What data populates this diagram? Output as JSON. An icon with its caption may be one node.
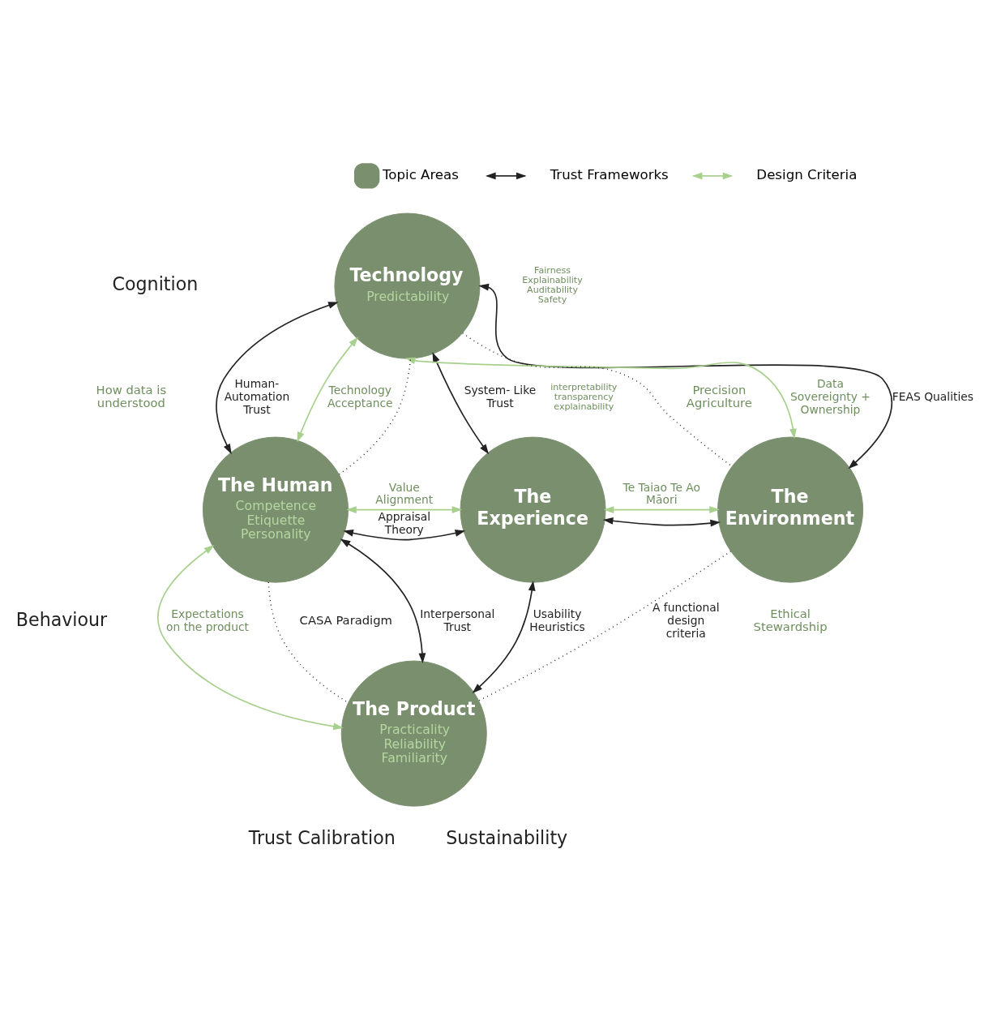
{
  "diagram": {
    "nodes": [
      {
        "text": [
          "Technology",
          "Predictability"
        ]
      },
      {
        "text": [
          "The Human",
          "Competence Etiquette Personality"
        ]
      },
      {
        "text": [
          "The Experience"
        ]
      },
      {
        "text": [
          "The Environment"
        ]
      },
      {
        "text": [
          "The Product",
          "Practicality Reliability Familiarity"
        ]
      }
    ],
    "edges": [
      {
        "from": 1,
        "to": 0,
        "arrow": "both",
        "label": "Human- Automation Trust"
      },
      {
        "from": 1,
        "to": 0,
        "arrow": "both",
        "label": "Technology Acceptance",
        "color": "#a8d08d"
      },
      {
        "from": 1,
        "to": 0,
        "arrow": "none",
        "style": "dashed"
      },
      {
        "from": 0,
        "to": 3,
        "arrow": "both",
        "label": "FEAS Qualities"
      },
      {
        "from": 0,
        "to": 3,
        "arrow": "both",
        "label": "Data Sovereignty + Ownership",
        "color": "#a8d08d"
      },
      {
        "from": 0,
        "to": 3,
        "arrow": "none",
        "style": "dashed"
      },
      {
        "from": 0,
        "to": 2,
        "arrow": "both",
        "label": "System- Like Trust"
      },
      {
        "from": 1,
        "to": 2,
        "arrow": "both",
        "label": "Appraisal Theory"
      },
      {
        "from": 1,
        "to": 2,
        "arrow": "both",
        "label": "Value Alignment",
        "color": "#a8d08d"
      },
      {
        "from": 2,
        "to": 3,
        "arrow": "both"
      },
      {
        "from": 2,
        "to": 3,
        "arrow": "both",
        "label": "Te Taiao Te Ao Māori",
        "color": "#a8d08d"
      },
      {
        "from": 1,
        "to": 4,
        "arrow": "both",
        "label": "Interpersonal Trust"
      },
      {
        "from": 1,
        "to": 4,
        "arrow": "both",
        "label": "Expectations on the product",
        "color": "#a8d08d"
      },
      {
        "from": 1,
        "to": 4,
        "arrow": "none",
        "style": "dashed"
      },
      {
        "from": 2,
        "to": 4,
        "arrow": "both",
        "label": "Usability Heuristics"
      },
      {
        "from": 3,
        "to": 4,
        "arrow": "none",
        "style": "dashed",
        "label": "A functional design criteria"
      }
    ],
    "labels": [
      "Fairness Explainability Auditability Safety",
      "How data is understood",
      "interpretability transparency explainability",
      "Precision Agriculture",
      "Ethical Stewardship",
      "CASA Paradigm",
      "Cognition",
      "Behaviour",
      "Trust Calibration",
      "Sustainability"
    ],
    "legend": [
      {
        "text": "Topic Areas",
        "color": "#7a8f6e"
      },
      {
        "text": "Trust Frameworks"
      },
      {
        "text": "Design Criteria"
      }
    ]
  }
}
